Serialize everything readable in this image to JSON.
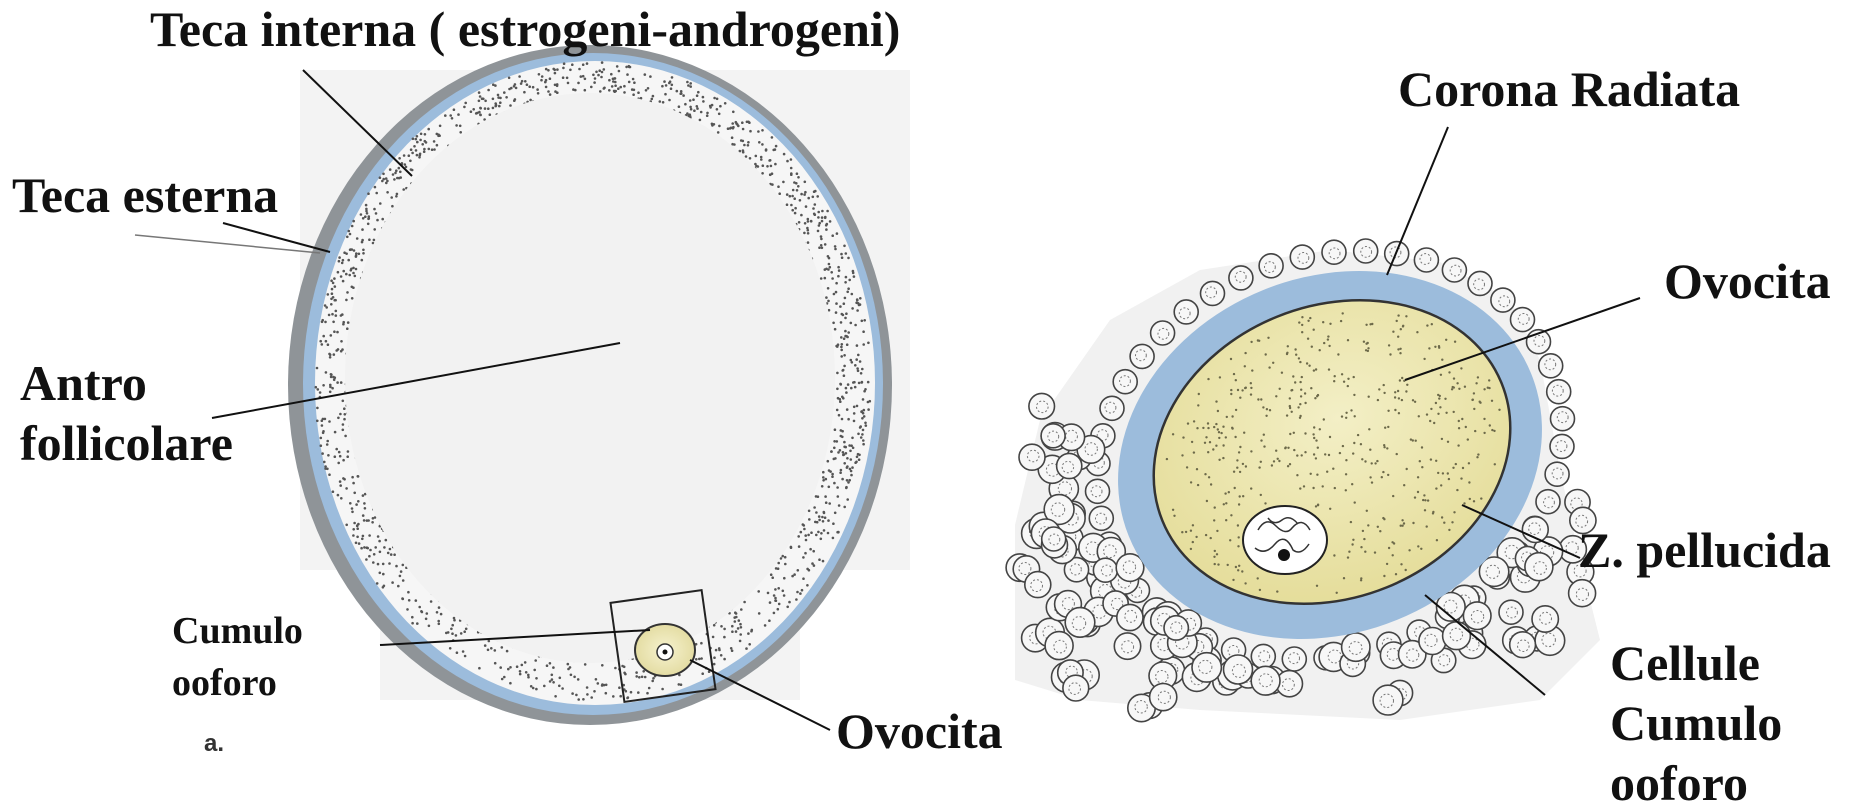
{
  "labels": {
    "teca_interna": "Teca interna ( estrogeni-androgeni)",
    "teca_esterna": "Teca esterna",
    "antro_line1": "Antro",
    "antro_line2": "follicolare",
    "cumulo_line1": "Cumulo",
    "cumulo_line2": "ooforo",
    "panel_a": "a.",
    "ovocita_left": "Ovocita",
    "corona_radiata": "Corona Radiata",
    "ovocita_right": "Ovocita",
    "zona_pellucida": "Z. pellucida",
    "cellule_line1": "Cellule",
    "cellule_line2": "Cumulo",
    "cellule_line3": "ooforo"
  },
  "colors": {
    "theca_blue": "#9cbcdc",
    "theca_grey": "#8f9498",
    "antrum": "#f2f2f2",
    "oocyte_yellow": "#ece6b0",
    "granulosa_dot": "#555555",
    "cell_outline": "#444444",
    "label": "#111111"
  }
}
